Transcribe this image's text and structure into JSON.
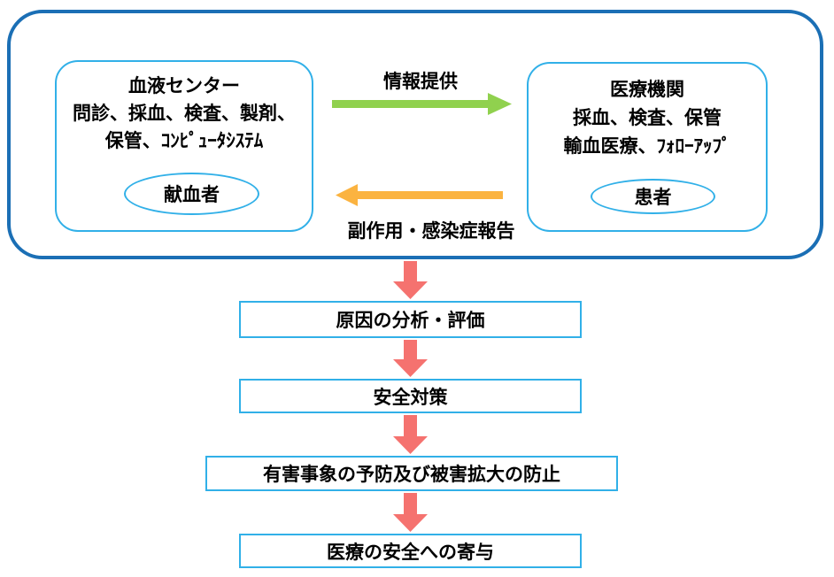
{
  "diagram": {
    "title_hint": "hemovigilance-flow-diagram",
    "colors": {
      "outer_border": "#1b6fb5",
      "inner_border": "#31b0e8",
      "info_arrow_green": "#90d14e",
      "report_arrow_orange": "#fbb340",
      "down_arrow_red": "#f5726f",
      "text": "#000000",
      "background": "#ffffff"
    },
    "blood_center": {
      "title": "血液センター",
      "line2": "問診、採血、検査、製剤、",
      "line3": "保管、ｺﾝﾋﾟｭｰﾀｼｽﾃﾑ",
      "ellipse_label": "献血者"
    },
    "medical_institution": {
      "title": "医療機関",
      "line2": "採血、検査、保管",
      "line3": "輸血医療、ﾌｫﾛｰｱｯﾌﾟ",
      "ellipse_label": "患者"
    },
    "arrows": {
      "info_label": "情報提供",
      "report_label": "副作用・感染症報告"
    },
    "flow": [
      {
        "label": "原因の分析・評価"
      },
      {
        "label": "安全対策"
      },
      {
        "label": "有害事象の予防及び被害拡大の防止"
      },
      {
        "label": "医療の安全への寄与"
      }
    ]
  }
}
